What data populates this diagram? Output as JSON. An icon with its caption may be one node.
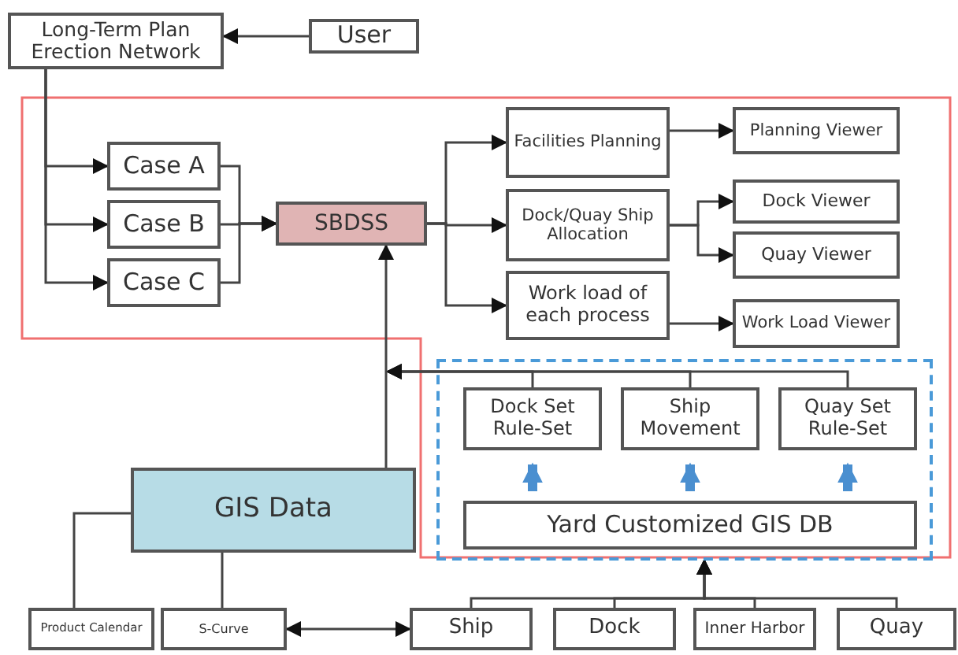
{
  "diagram": {
    "nodes": [
      {
        "text": [
          "Long-Term Plan Erection Network"
        ]
      },
      {
        "text": [
          "User"
        ]
      },
      {
        "text": [
          "Case A"
        ]
      },
      {
        "text": [
          "Case B"
        ]
      },
      {
        "text": [
          "Case C"
        ]
      },
      {
        "text": [
          "SBDSS"
        ]
      },
      {
        "text": [
          "Facilities Planning"
        ]
      },
      {
        "text": [
          "Dock/Quay Ship Allocation"
        ]
      },
      {
        "text": [
          "Work load of each process"
        ]
      },
      {
        "text": [
          "Planning Viewer"
        ]
      },
      {
        "text": [
          "Dock Viewer"
        ]
      },
      {
        "text": [
          "Quay Viewer"
        ]
      },
      {
        "text": [
          "Work Load Viewer"
        ]
      },
      {
        "text": [],
        "shape": "box"
      },
      {
        "text": [
          "Dock Set Rule-Set"
        ],
        "in": 13
      },
      {
        "text": [
          "Ship Movement"
        ],
        "in": 13
      },
      {
        "text": [
          "Quay Set Rule-Set"
        ],
        "in": 13
      },
      {
        "text": [
          "Yard Customized GIS DB"
        ],
        "in": 13
      },
      {
        "text": [
          "GIS Data"
        ]
      },
      {
        "text": [
          "Product Calendar"
        ]
      },
      {
        "text": [
          "S-Curve"
        ]
      },
      {
        "text": [
          "Ship"
        ]
      },
      {
        "text": [
          "Dock"
        ]
      },
      {
        "text": [
          "Inner Harbor"
        ]
      },
      {
        "text": [
          "Quay"
        ]
      }
    ],
    "edges": [
      {
        "from": 1,
        "to": 0,
        "arrow": "to"
      },
      {
        "from": 0,
        "to": 2,
        "arrow": "to"
      },
      {
        "from": 0,
        "to": 3,
        "arrow": "to"
      },
      {
        "from": 0,
        "to": 4,
        "arrow": "to"
      },
      {
        "from": 2,
        "to": 5,
        "arrow": "to"
      },
      {
        "from": 3,
        "to": 5,
        "arrow": "to"
      },
      {
        "from": 4,
        "to": 5,
        "arrow": "to"
      },
      {
        "from": 5,
        "to": 6,
        "arrow": "to"
      },
      {
        "from": 5,
        "to": 7,
        "arrow": "to"
      },
      {
        "from": 5,
        "to": 8,
        "arrow": "to"
      },
      {
        "from": 6,
        "to": 9,
        "arrow": "to"
      },
      {
        "from": 7,
        "to": 10,
        "arrow": "to"
      },
      {
        "from": 7,
        "to": 11,
        "arrow": "to"
      },
      {
        "from": 8,
        "to": 12,
        "arrow": "to"
      },
      {
        "from": 14,
        "to": null,
        "arrow": "to"
      },
      {
        "from": 15,
        "to": null,
        "arrow": "to"
      },
      {
        "from": 16,
        "to": null,
        "arrow": "to"
      },
      {
        "from": 18,
        "to": 5,
        "arrow": "to"
      },
      {
        "from": 17,
        "to": 14,
        "arrow": "to",
        "style": "thick",
        "color": "#4a8fd0"
      },
      {
        "from": 17,
        "to": 15,
        "arrow": "to",
        "style": "thick",
        "color": "#4a8fd0"
      },
      {
        "from": 17,
        "to": 16,
        "arrow": "to",
        "style": "thick",
        "color": "#4a8fd0"
      },
      {
        "from": 18,
        "to": 19,
        "arrow": "none"
      },
      {
        "from": 18,
        "to": 20,
        "arrow": "none"
      },
      {
        "from": 20,
        "to": 21,
        "arrow": "both"
      },
      {
        "from": 21,
        "to": 13,
        "arrow": "to"
      },
      {
        "from": 22,
        "to": 13,
        "arrow": "to"
      },
      {
        "from": 23,
        "to": 13,
        "arrow": "to"
      },
      {
        "from": 24,
        "to": 13,
        "arrow": "to"
      }
    ]
  }
}
